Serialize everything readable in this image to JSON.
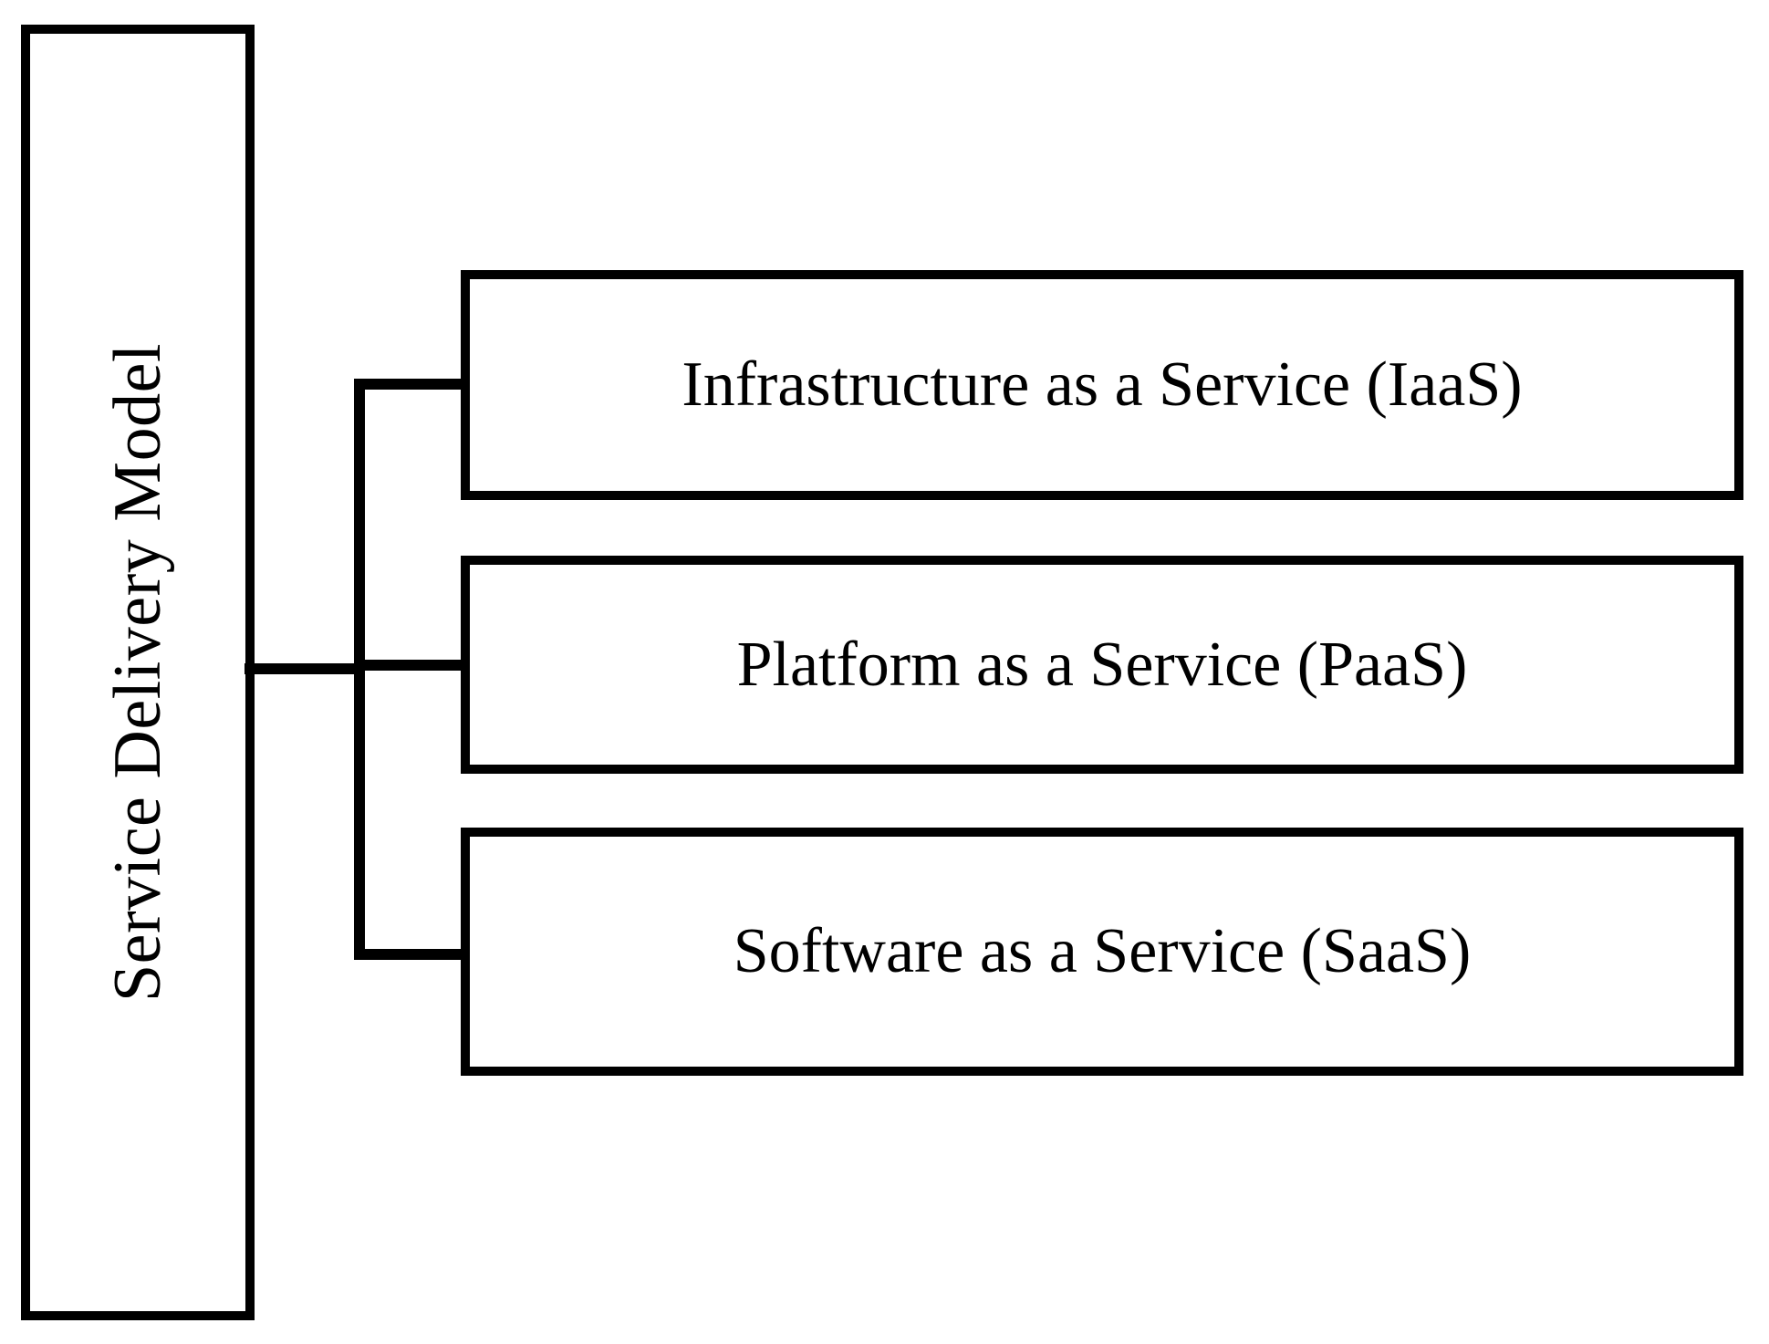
{
  "diagram": {
    "title": "Service Delivery Model",
    "type": "hierarchy-tree",
    "orientation": "left-root-right-children",
    "colors": {
      "background": "#ffffff",
      "stroke": "#000000",
      "text": "#000000",
      "fill": "#ffffff"
    },
    "root": {
      "label": "Service Delivery Model",
      "text_orientation": "vertical-bottom-to-top"
    },
    "children": [
      {
        "label": "Infrastructure as a Service (IaaS)",
        "abbreviation": "IaaS"
      },
      {
        "label": "Platform as a Service (PaaS)",
        "abbreviation": "PaaS"
      },
      {
        "label": "Software as a Service (SaaS)",
        "abbreviation": "SaaS"
      }
    ],
    "connectors": {
      "root_stem": "horizontal-line",
      "trunk": "vertical-line",
      "branches": [
        "horizontal-line",
        "horizontal-line",
        "horizontal-line"
      ]
    }
  }
}
